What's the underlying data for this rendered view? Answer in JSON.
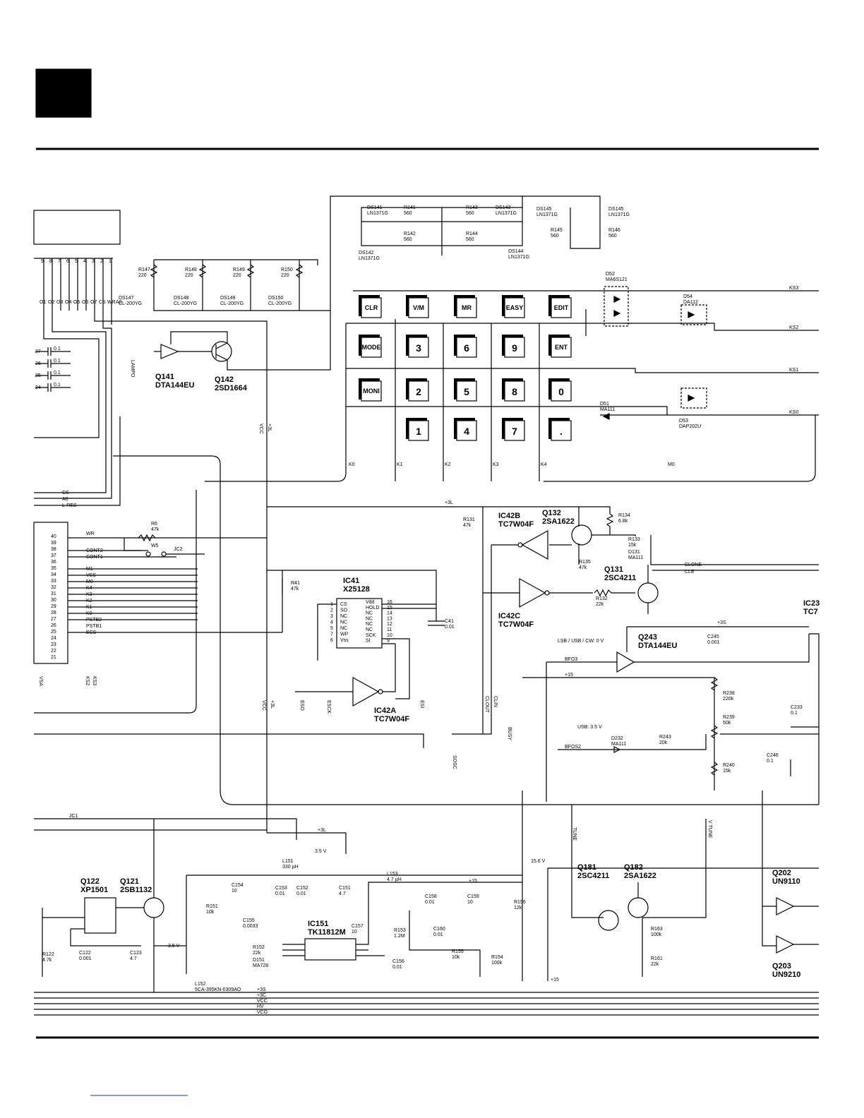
{
  "pin_numbers": [
    "9",
    "8",
    "7",
    "6",
    "5",
    "4",
    "3",
    "2",
    "1"
  ],
  "keypad": {
    "rows": [
      [
        "CLR",
        "V/M",
        "MR",
        "EASY",
        "EDIT"
      ],
      [
        "MODE",
        "3",
        "6",
        "9",
        "ENT"
      ],
      [
        "MONI",
        "2",
        "5",
        "8",
        "0"
      ],
      [
        "",
        "1",
        "4",
        "7",
        "."
      ]
    ],
    "column_labels": [
      "K0",
      "K1",
      "K2",
      "K3",
      "K4",
      "M0"
    ],
    "row_labels": [
      "KS3",
      "KS2",
      "KS1",
      "KS0"
    ]
  },
  "components": {
    "q141": {
      "ref": "Q141",
      "part": "DTA144EU"
    },
    "q142": {
      "ref": "Q142",
      "part": "2SD1664"
    },
    "ic42b": {
      "ref": "IC42B",
      "part": "TC7W04F"
    },
    "q132": {
      "ref": "Q132",
      "part": "2SA1622"
    },
    "q131": {
      "ref": "Q131",
      "part": "2SC4211"
    },
    "ic41": {
      "ref": "IC41",
      "part": "X25128"
    },
    "ic42c": {
      "ref": "IC42C",
      "part": "TC7W04F"
    },
    "ic42a": {
      "ref": "IC42A",
      "part": "TC7W04F"
    },
    "q243": {
      "ref": "Q243",
      "part": "DTA144EU"
    },
    "q122": {
      "ref": "Q122",
      "part": "XP1501"
    },
    "q121": {
      "ref": "Q121",
      "part": "2SB1132"
    },
    "ic151": {
      "ref": "IC151",
      "part": "TK11812M"
    },
    "q181": {
      "ref": "Q181",
      "part": "2SC4211"
    },
    "q182": {
      "ref": "Q182",
      "part": "2SA1622"
    },
    "q202": {
      "ref": "Q202",
      "part": "UN9110"
    },
    "q203": {
      "ref": "Q203",
      "part": "UN9210"
    },
    "ic23": {
      "ref": "IC23",
      "part": "TC7"
    }
  },
  "leds": {
    "ds141": {
      "ref": "DS141",
      "part": "LN1371G"
    },
    "ds142": {
      "ref": "DS142",
      "part": "LN1371G"
    },
    "ds143": {
      "ref": "DS143",
      "part": "LN1371G"
    },
    "ds144": {
      "ref": "DS144",
      "part": "LN1371G"
    },
    "ds145": {
      "ref": "DS145",
      "part": "LN1371G"
    },
    "ds146": {
      "ref": "DS145",
      "part": "LN1371G"
    },
    "ds147": {
      "ref": "DS147",
      "part": "CL-200YG"
    },
    "ds148": {
      "ref": "DS148",
      "part": "CL-200YG"
    },
    "ds149": {
      "ref": "DS149",
      "part": "CL-200YG"
    },
    "ds150": {
      "ref": "DS150",
      "part": "CL-200YG"
    }
  },
  "resistors": {
    "r141": {
      "ref": "R141",
      "val": "560"
    },
    "r142": {
      "ref": "R142",
      "val": "560"
    },
    "r143": {
      "ref": "R143",
      "val": "560"
    },
    "r144": {
      "ref": "R144",
      "val": "560"
    },
    "r145": {
      "ref": "R145",
      "val": "560"
    },
    "r146": {
      "ref": "R146",
      "val": "560"
    },
    "r147": {
      "ref": "R147",
      "val": "220"
    },
    "r148": {
      "ref": "R148",
      "val": "220"
    },
    "r149": {
      "ref": "R149",
      "val": "220"
    },
    "r150": {
      "ref": "R150",
      "val": "220"
    },
    "r6": {
      "ref": "R6",
      "val": "47k"
    },
    "r41": {
      "ref": "R41",
      "val": "47k"
    },
    "r131": {
      "ref": "R131",
      "val": "47k"
    },
    "r134": {
      "ref": "R134",
      "val": "6.8k"
    },
    "r133": {
      "ref": "R133",
      "val": "15k"
    },
    "r135": {
      "ref": "R135",
      "val": "47k"
    },
    "r132": {
      "ref": "R132",
      "val": "22k"
    },
    "r238": {
      "ref": "R238",
      "val": "220k"
    },
    "r239": {
      "ref": "R239",
      "val": "50k"
    },
    "r240": {
      "ref": "R240",
      "val": "15k"
    },
    "r243": {
      "ref": "R243",
      "val": "20k"
    },
    "r151": {
      "ref": "R151",
      "val": "10k"
    },
    "r152": {
      "ref": "R152",
      "val": "22k"
    },
    "r153": {
      "ref": "R153",
      "val": "1.2M"
    },
    "r154": {
      "ref": "R154",
      "val": "100k"
    },
    "r155": {
      "ref": "R155",
      "val": "10k"
    },
    "r156": {
      "ref": "R156",
      "val": "12k"
    },
    "r161": {
      "ref": "R161",
      "val": "22k"
    },
    "r163": {
      "ref": "R163",
      "val": "100k"
    },
    "r122": {
      "ref": "R122",
      "val": "4.7k"
    }
  },
  "diodes": {
    "d52": {
      "ref": "D52",
      "part": "MA6S121"
    },
    "d54": {
      "ref": "D54",
      "part": "DA112"
    },
    "d51": {
      "ref": "D51",
      "part": "MA111"
    },
    "d53": {
      "ref": "D53",
      "part": "DAP202U"
    },
    "d131": {
      "ref": "D131",
      "part": "MA111"
    },
    "d232": {
      "ref": "D232",
      "part": "MA111"
    },
    "d151": {
      "ref": "D151",
      "part": "MA728"
    }
  },
  "capacitors": {
    "c41": {
      "ref": "C41",
      "val": "0.01"
    },
    "c245": {
      "ref": "C245",
      "val": "0.001"
    },
    "c233": {
      "ref": "C233",
      "val": "0.1"
    },
    "c246": {
      "ref": "C246",
      "val": "0.1"
    },
    "c154": {
      "ref": "C154",
      "val": "10"
    },
    "c153": {
      "ref": "C153",
      "val": "0.01"
    },
    "c152": {
      "ref": "C152",
      "val": "0.01"
    },
    "c151": {
      "ref": "C151",
      "val": "4.7"
    },
    "c155": {
      "ref": "C155",
      "val": "0.0033"
    },
    "c157": {
      "ref": "C157",
      "val": "10"
    },
    "c158": {
      "ref": "C158",
      "val": "0.01"
    },
    "c159": {
      "ref": "C159",
      "val": "10"
    },
    "c160": {
      "ref": "C160",
      "val": "0.01"
    },
    "c156": {
      "ref": "C156",
      "val": "0.01"
    },
    "c122": {
      "ref": "C122",
      "val": "0.001"
    },
    "c123": {
      "ref": "C123",
      "val": "4.7"
    },
    "c_left": {
      "ref": "",
      "val": "0.1"
    }
  },
  "inductors": {
    "l151": {
      "ref": "L151",
      "val": "330 µH"
    },
    "l153": {
      "ref": "L153",
      "val": "4.7 µH"
    },
    "l152": {
      "ref": "L152",
      "val": "5CA-395KN-0309AO"
    }
  },
  "ic41_pins": {
    "left": [
      "1 CS",
      "2 SO",
      "3 NC",
      "4 NC",
      "5 NC",
      "7 WP",
      "6 Vss"
    ],
    "right": [
      "Vdd 16",
      "HOLD 15",
      "NC 14",
      "NC 13",
      "NC 12",
      "NC 11",
      "SCK 10",
      "SI 9"
    ]
  },
  "cpu_pins": [
    "40",
    "39",
    "38",
    "37",
    "36",
    "35",
    "34",
    "33",
    "32",
    "31",
    "30",
    "29",
    "28",
    "27",
    "26",
    "25",
    "24",
    "23",
    "22",
    "21"
  ],
  "signals": {
    "cs": "CS",
    "a0": "A0",
    "lres": "L-RES",
    "wr": "WR",
    "cont2": "CONT2",
    "cont1": "CONT1",
    "m1": "M1",
    "vss": "VSS",
    "m0": "M0",
    "k4": "K4",
    "k3": "K3",
    "k2": "K2",
    "k1": "K1",
    "k0": "K0",
    "pstb2": "PSTB2",
    "pstb1": "PSTB1",
    "ecs": "ECS",
    "w5": "W5",
    "jc2": "JC2",
    "jc1": "JC1",
    "clone": "CLONE",
    "cle": "CLE",
    "bfo3": "BFO3",
    "bfos2": "BFOS2",
    "lsb_usb": "LSB / USB / CW: 0 V",
    "usb": "USB: 3.5 V",
    "p3l": "+3L",
    "p3l_b": "+3L",
    "p3s": "+3S",
    "p15a": "+15",
    "p15b": "+15",
    "p15c": "+15",
    "v15_6": "15.6 V",
    "v3_5a": "3.5 V",
    "v3_5b": "3.5 V",
    "tune": "TUNE",
    "vtune": "V TUNE",
    "busy": "BUSY",
    "sosc": "SOSC",
    "clout": "CLOUT",
    "clin": "CLIN",
    "esi": "ESI",
    "esck": "ESCK",
    "eso": "ESO",
    "vcc": "VCC",
    "p3l_v": "+3L",
    "lampo": "LAMPO",
    "vcc_l": "VCC",
    "p3l_l": "+3L",
    "ks2_v": "KS2",
    "ks3_v": "KS3",
    "vsa": "VSA"
  },
  "bus_labels": [
    "+3S",
    "+3C",
    "VCC",
    "HV",
    "VCG"
  ],
  "cap_small": [
    "27",
    "26",
    "25",
    "24"
  ],
  "top_pin_labels": [
    "O1",
    "O2",
    "O3",
    "O4",
    "O5",
    "O6",
    "O7",
    "CS",
    "WR",
    "A0"
  ]
}
